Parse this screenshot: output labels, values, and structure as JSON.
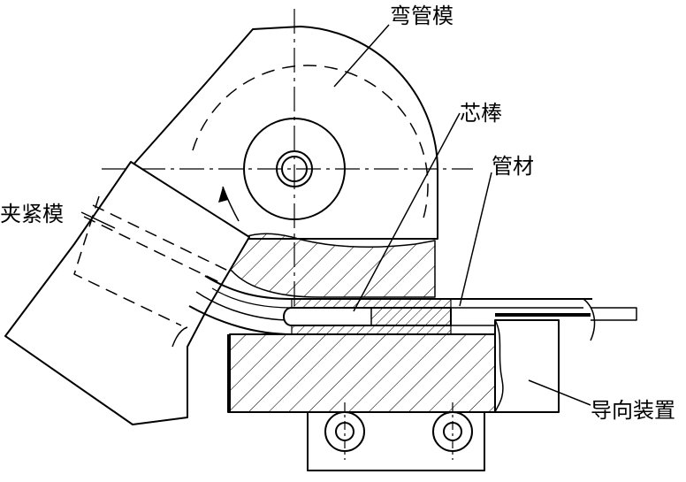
{
  "labels": {
    "bending_die": "弯管模",
    "mandrel": "芯棒",
    "tube": "管材",
    "clamp_die": "夹紧模",
    "guide_device": "导向装置"
  }
}
